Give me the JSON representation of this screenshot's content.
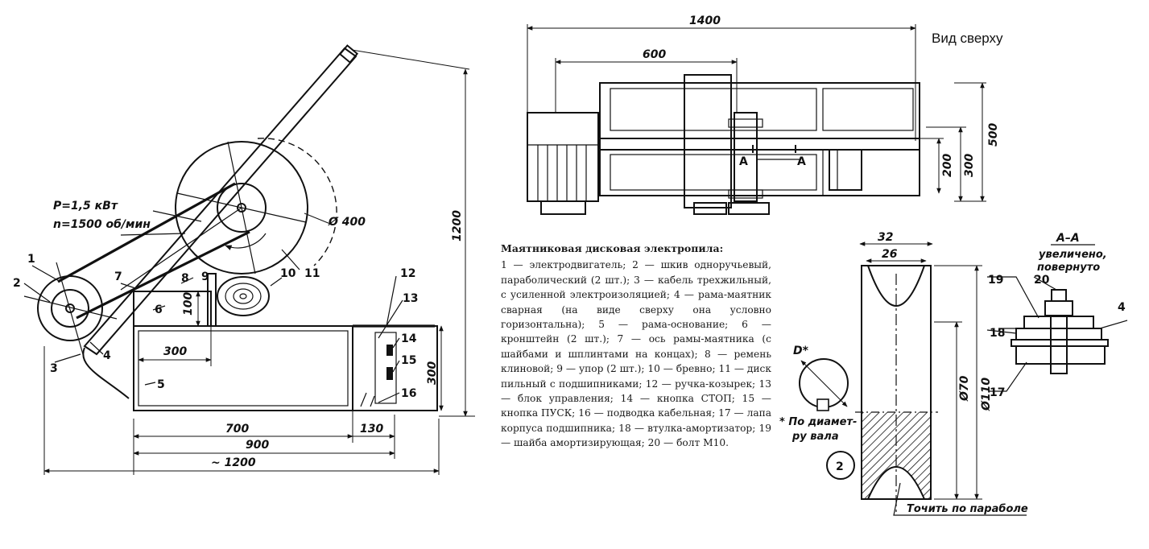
{
  "top_view": {
    "title": "Вид сверху",
    "dims": [
      "1400",
      "600",
      "500",
      "300",
      "200"
    ],
    "section_marks": [
      "A",
      "A"
    ]
  },
  "side_view": {
    "power_label": "P=1,5 кВт",
    "speed_label": "n=1500 об/мин",
    "disc_diameter": "Ø 400",
    "dims": [
      "1200",
      "100",
      "300",
      "300",
      "700",
      "130",
      "900",
      "~ 1200"
    ],
    "callouts": [
      "1",
      "2",
      "3",
      "4",
      "5",
      "6",
      "7",
      "8",
      "9",
      "10",
      "11",
      "12",
      "13",
      "14",
      "15",
      "16"
    ]
  },
  "pulley_detail": {
    "number": "2",
    "dims": [
      "32",
      "26",
      "Ø70",
      "Ø110"
    ],
    "shaft_label": "D*",
    "shaft_note_line1": "* По диамет-",
    "shaft_note_line2": "ру вала",
    "parabola_note": "Точить по параболе"
  },
  "section_detail": {
    "title": "А–А",
    "subtitle_line1": "увеличено,",
    "subtitle_line2": "повернуто",
    "callouts": [
      "19",
      "20",
      "4",
      "18",
      "17"
    ]
  },
  "legend": {
    "title": "Маятниковая дисковая электропила:",
    "body": "1 — электродвигатель; 2 — шкив одноручьевый, параболический (2 шт.); 3 — кабель трехжильный, с усиленной электроизоляцией; 4 — рама-маятник сварная (на виде сверху она условно горизонтальна); 5 — рама-основание; 6 — кронштейн (2 шт.); 7 — ось рамы-маятника (с шайбами и шплинтами на концах); 8 — ремень клиновой; 9 — упор (2 шт.); 10 — бревно; 11 — диск пильный с подшипниками; 12 — ручка-козырек; 13 — блок управления; 14 — кнопка СТОП; 15 — кнопка ПУСК; 16 — подводка кабельная; 17 — лапа корпуса подшипника; 18 — втулка-амортизатор; 19 — шайба амортизирующая; 20 — болт М10."
  }
}
